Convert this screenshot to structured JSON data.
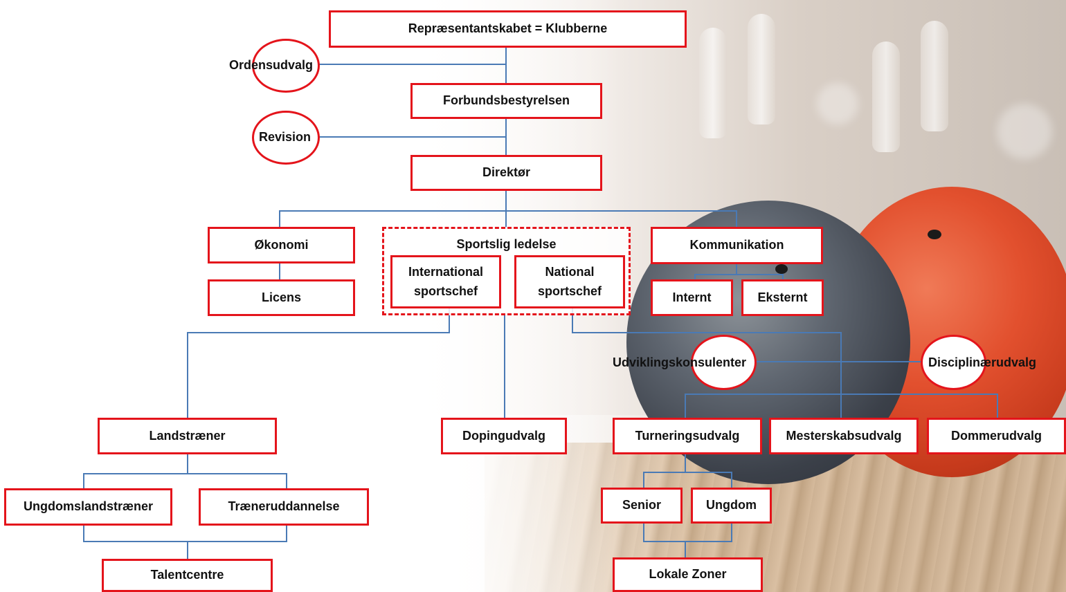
{
  "colors": {
    "box_border": "#e4141b",
    "connector": "#4a7ab5",
    "text": "#111111"
  },
  "nodes": {
    "representantskabet": "Repræsentantskabet = Klubberne",
    "forbundsbestyrelsen": "Forbundsbestyrelsen",
    "direktor": "Direktør",
    "okonomi": "Økonomi",
    "licens": "Licens",
    "sportslig_ledelse": "Sportslig ledelse",
    "international_sportschef": "International sportschef",
    "national_sportschef": "National sportschef",
    "kommunikation": "Kommunikation",
    "internt": "Internt",
    "eksternt": "Eksternt",
    "landstraener": "Landstræner",
    "dopingudvalg": "Dopingudvalg",
    "turneringsudvalg": "Turneringsudvalg",
    "mesterskabsudvalg": "Mesterskabsudvalg",
    "dommerudvalg": "Dommerudvalg",
    "ungdomslandstraener": "Ungdomslandstræner",
    "traeneruddannelse": "Træneruddannelse",
    "talentcentre": "Talentcentre",
    "senior": "Senior",
    "ungdom": "Ungdom",
    "lokale_zoner": "Lokale Zoner"
  },
  "committees": {
    "ordensudvalg": "Ordensudvalg",
    "revision": "Revision",
    "udviklingskonsulenter": "Udviklingskonsulenter",
    "disciplinaerudvalg": "Disciplinærudvalg"
  }
}
